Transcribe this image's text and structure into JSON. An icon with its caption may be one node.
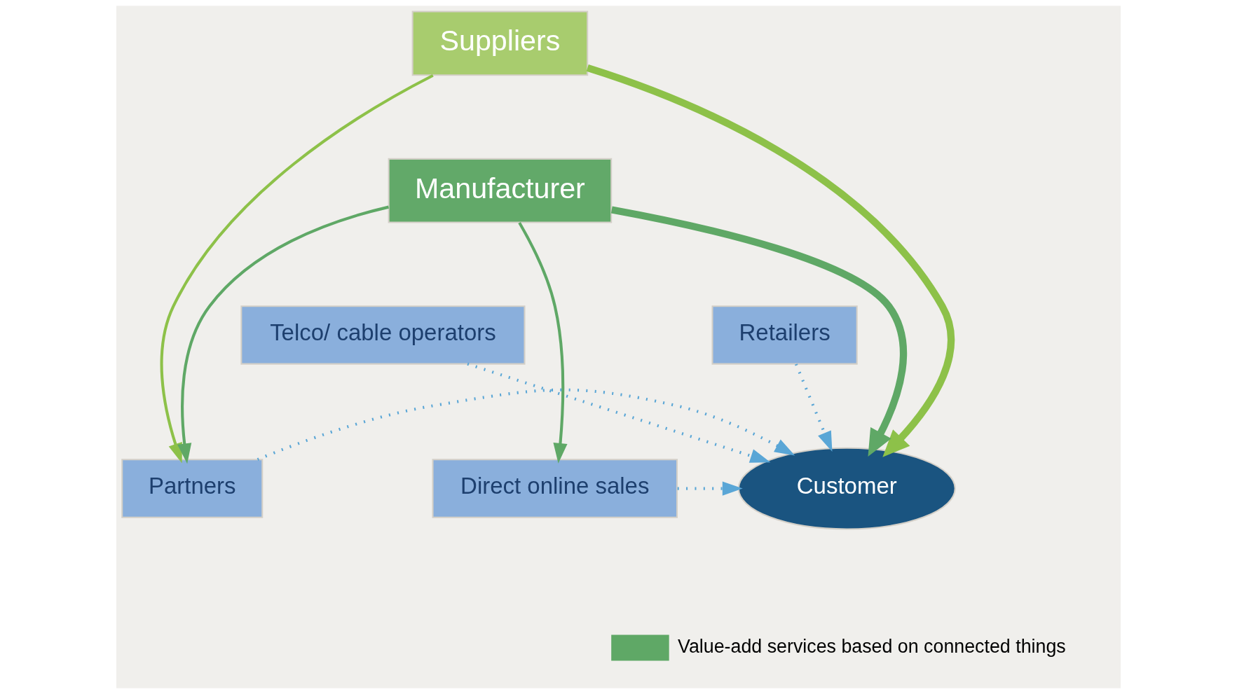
{
  "diagram": {
    "nodes": [
      {
        "text": [
          "Suppliers"
        ]
      },
      {
        "text": [
          "Manufacturer"
        ]
      },
      {
        "text": [
          "Telco/ cable operators"
        ]
      },
      {
        "text": [
          "Retailers"
        ]
      },
      {
        "text": [
          "Partners"
        ]
      },
      {
        "text": [
          "Customer"
        ]
      },
      {
        "text": [
          "Direct online sales"
        ]
      }
    ],
    "edges": [
      {
        "from": 0,
        "to": 4,
        "arrow": "to",
        "color": "#8dc149"
      },
      {
        "from": 1,
        "to": 4,
        "arrow": "to",
        "color": "#5fa866"
      },
      {
        "from": 1,
        "to": 5,
        "arrow": "to",
        "style": "thick",
        "color": "#5fa866"
      },
      {
        "from": 0,
        "to": 5,
        "arrow": "to",
        "style": "thick",
        "color": "#8dc149"
      },
      {
        "from": 1,
        "to": 6,
        "arrow": "to",
        "color": "#5fa866"
      },
      {
        "from": 2,
        "to": 5,
        "arrow": "to",
        "style": "dashed",
        "color": "#5aa6d6"
      },
      {
        "from": 3,
        "to": 5,
        "arrow": "to",
        "style": "dashed",
        "color": "#5aa6d6"
      },
      {
        "from": 4,
        "to": 5,
        "arrow": "to",
        "style": "dashed",
        "color": "#5aa6d6"
      },
      {
        "from": 6,
        "to": 5,
        "arrow": "to",
        "style": "dashed",
        "color": "#5aa6d6"
      }
    ],
    "legend": [
      {
        "text": "Value-add services based on connected things",
        "color": "#5fa866"
      }
    ]
  }
}
